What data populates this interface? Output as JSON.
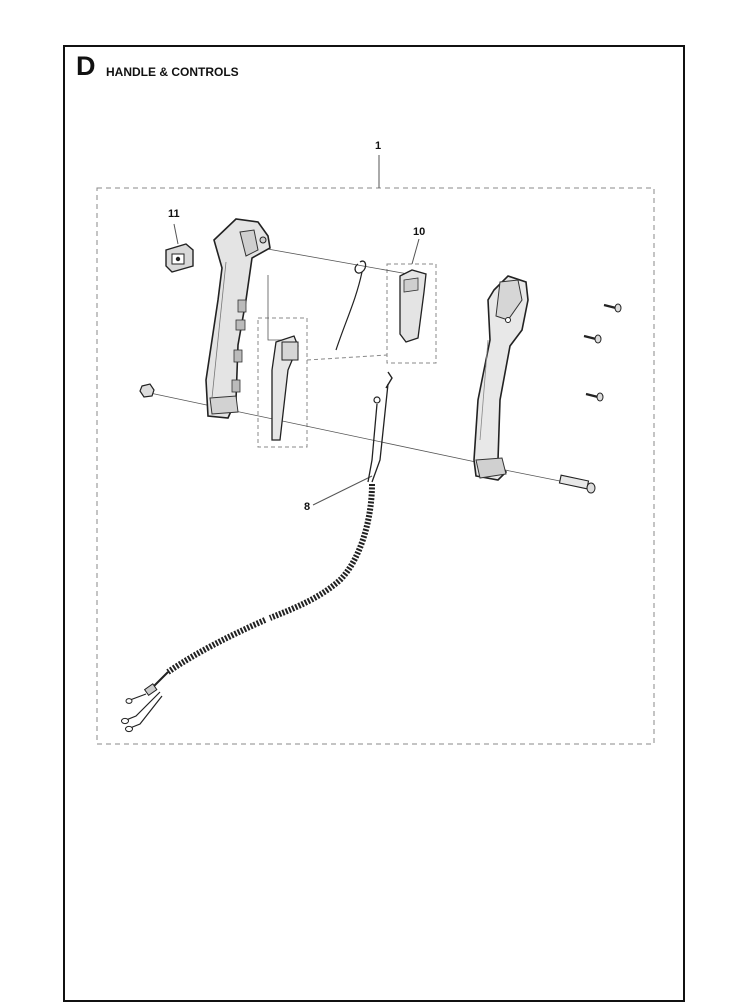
{
  "section": {
    "letter": "D",
    "title": "HANDLE & CONTROLS"
  },
  "callouts": {
    "c1": "1",
    "c8": "8",
    "c10": "10",
    "c11": "11"
  }
}
